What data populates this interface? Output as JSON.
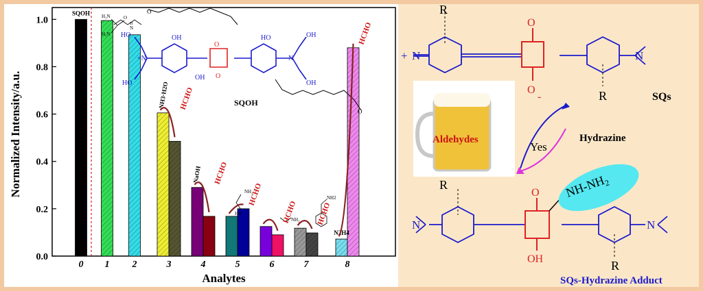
{
  "chart_data": {
    "type": "bar",
    "ylabel": "Normalized Intensity/a.u.",
    "xlabel": "Analytes",
    "ylim": [
      0,
      1.05
    ],
    "yticks": [
      "0.0",
      "0.2",
      "0.4",
      "0.6",
      "0.8",
      "1.0"
    ],
    "x_tick_labels": [
      "0",
      "1",
      "2",
      "3",
      "4",
      "5",
      "6",
      "7",
      "8"
    ],
    "bars": [
      {
        "group": 0,
        "value": 1.0,
        "color": "#000000",
        "hatch": false,
        "label": "SQOH"
      },
      {
        "group": 1,
        "value": 0.995,
        "color": "#33dd55",
        "hatch": true,
        "label": ""
      },
      {
        "group": 2,
        "value": 0.935,
        "color": "#33dde8",
        "hatch": true,
        "label": ""
      },
      {
        "group": 3,
        "value": 0.605,
        "color": "#eeee33",
        "hatch": true,
        "label": "NH3·H2O"
      },
      {
        "group": 3,
        "value": 0.485,
        "color": "#555533",
        "hatch": true,
        "label": ""
      },
      {
        "group": 4,
        "value": 0.29,
        "color": "#770077",
        "hatch": false,
        "label": "NaOH"
      },
      {
        "group": 4,
        "value": 0.168,
        "color": "#880011",
        "hatch": false,
        "label": ""
      },
      {
        "group": 5,
        "value": 0.168,
        "color": "#117777",
        "hatch": false,
        "label": ""
      },
      {
        "group": 5,
        "value": 0.2,
        "color": "#000099",
        "hatch": false,
        "label": ""
      },
      {
        "group": 6,
        "value": 0.125,
        "color": "#7700dd",
        "hatch": false,
        "label": ""
      },
      {
        "group": 6,
        "value": 0.09,
        "color": "#ee1166",
        "hatch": false,
        "label": ""
      },
      {
        "group": 7,
        "value": 0.118,
        "color": "#999999",
        "hatch": true,
        "label": ""
      },
      {
        "group": 7,
        "value": 0.098,
        "color": "#444444",
        "hatch": true,
        "label": ""
      },
      {
        "group": 8,
        "value": 0.072,
        "color": "#77ddee",
        "hatch": true,
        "label": "N2H4"
      },
      {
        "group": 8,
        "value": 0.88,
        "color": "#ee88ee",
        "hatch": true,
        "label": ""
      }
    ],
    "annotation": "HCHO",
    "structure_label": "SQOH"
  },
  "scheme": {
    "R_top": "R",
    "R_right": "R",
    "R_bottom_left": "R",
    "R_bottom_right": "R",
    "carbonyl_top": "O",
    "oxide_top": "O",
    "oxide_charge": "-",
    "plus_sign": "+",
    "sqs_label": "SQs",
    "hydrazine_label": "Hydrazine",
    "yes_label": "Yes",
    "aldehydes_label": "Aldehydes",
    "nhnh2_label": "NH-NH",
    "nhnh2_sub": "2",
    "carbonyl_bottom": "O",
    "oh_bottom": "OH",
    "adduct_label": "SQs-Hydrazine Adduct"
  },
  "colors": {
    "blue": "#1a1acc",
    "red": "#dd2222",
    "accent_red": "#cc1111",
    "cyan": "#55e8f0"
  }
}
